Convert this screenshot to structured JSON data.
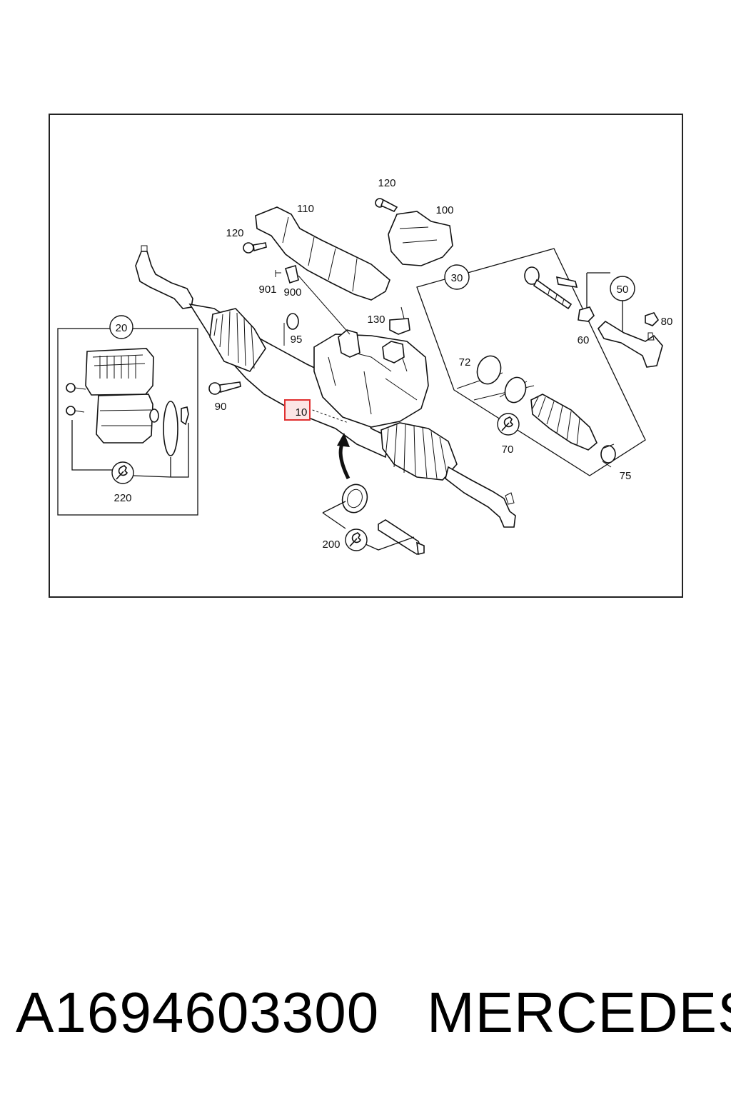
{
  "diagram": {
    "callouts": {
      "c10": "10",
      "c20": "20",
      "c30": "30",
      "c50": "50",
      "c60": "60",
      "c70": "70",
      "c72": "72",
      "c75": "75",
      "c80": "80",
      "c90": "90",
      "c95": "95",
      "c100": "100",
      "c110": "110",
      "c120a": "120",
      "c120b": "120",
      "c130": "130",
      "c200": "200",
      "c220": "220",
      "c900": "900",
      "c901": "901"
    },
    "highlighted_callout": "10",
    "highlight_color": "#e03030",
    "wrench_icon": "wrench-icon"
  },
  "footer": {
    "part_number": "A1694603300",
    "brand": "MERCEDES"
  }
}
